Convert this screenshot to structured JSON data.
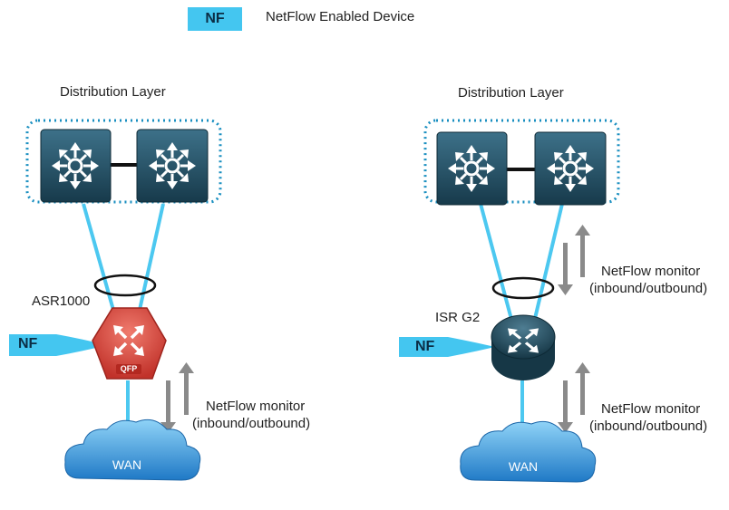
{
  "legend": {
    "badge": "NF",
    "description": "NetFlow Enabled Device",
    "badge_color": "#44c6f0"
  },
  "left": {
    "layer_title": "Distribution Layer",
    "router_label": "ASR1000",
    "router_chip": "QFP",
    "nf_tag": "NF",
    "monitor_line1": "NetFlow monitor",
    "monitor_line2": "(inbound/outbound)",
    "cloud_label": "WAN"
  },
  "right": {
    "layer_title": "Distribution Layer",
    "router_label": "ISR G2",
    "nf_tag": "NF",
    "monitor_top_line1": "NetFlow monitor",
    "monitor_top_line2": "(inbound/outbound)",
    "monitor_bottom_line1": "NetFlow monitor",
    "monitor_bottom_line2": "(inbound/outbound)",
    "cloud_label": "WAN"
  },
  "colors": {
    "link": "#4cc8f0",
    "switch": "#1f4b5f",
    "asr_router": "#d9453a",
    "isr_router": "#1e4556",
    "cloud": "#2f8fd8",
    "arrow": "#8a8a8a",
    "dotted_border": "#1a8fc0"
  }
}
